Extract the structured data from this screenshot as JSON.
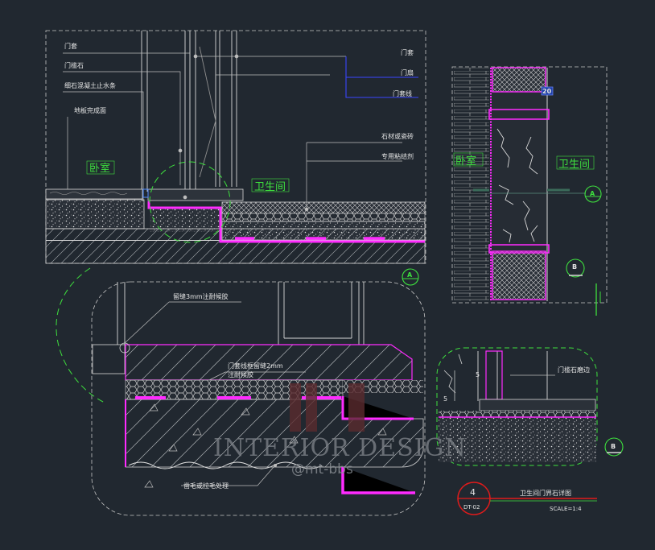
{
  "labels": {
    "door_cover": "门套",
    "threshold_stone": "门槛石",
    "fine_concrete_water_stop": "细石混凝土止水条",
    "floor_finish": "地板完成面",
    "door_cover_r": "门套",
    "door_leaf": "门扇",
    "door_cover_line": "门套线",
    "stone_or_tile": "石材或瓷砖",
    "special_adhesive": "专用粘结剂",
    "room_bedroom": "卧室",
    "room_bathroom": "卫生间",
    "gap_3mm": "留缝3mm注耐候胶",
    "door_frame_gap_1": "门套线框留缝2mm",
    "door_frame_gap_2": "注耐候胶",
    "rough_finish": "凿毛或拉毛处理",
    "threshold_edge": "门槛石磨边"
  },
  "tags": {
    "section_A": "A",
    "section_B": "B",
    "tag_20": "20"
  },
  "dims": {
    "d5a": "5",
    "d5b": "5"
  },
  "title_block": {
    "number": "4",
    "sheet": "DT-02",
    "title": "卫生间门界石详图",
    "scale": "SCALE=1:4"
  },
  "watermark": {
    "line1": "INTERIOR DESIGN",
    "line2": "@mt-bbs"
  },
  "colors": {
    "background": "#212830",
    "magenta": "#ff2bff",
    "green": "#3ee03e",
    "blue": "#3a46ff",
    "red": "#e11b1b",
    "line": "#d8d8d8"
  }
}
